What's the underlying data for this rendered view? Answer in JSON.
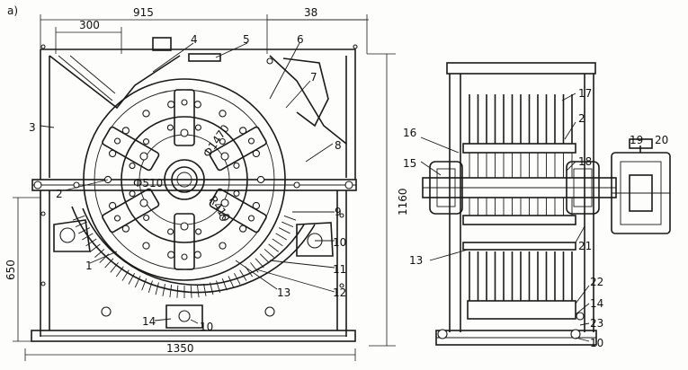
{
  "figure_label": "а)",
  "dimensions": {
    "width_top": "915",
    "inner_300": "300",
    "right_38": "38",
    "height_right": "1160",
    "height_left": "650",
    "width_bottom": "1350",
    "dia_510": "Ф510",
    "dia_1470": "Ф1470",
    "radius_410": "R410"
  },
  "callouts": [
    "1",
    "2",
    "3",
    "4",
    "5",
    "6",
    "7",
    "8",
    "9",
    "10",
    "11",
    "12",
    "13",
    "14",
    "15",
    "16",
    "17",
    "18",
    "19",
    "20",
    "21",
    "22",
    "23"
  ]
}
